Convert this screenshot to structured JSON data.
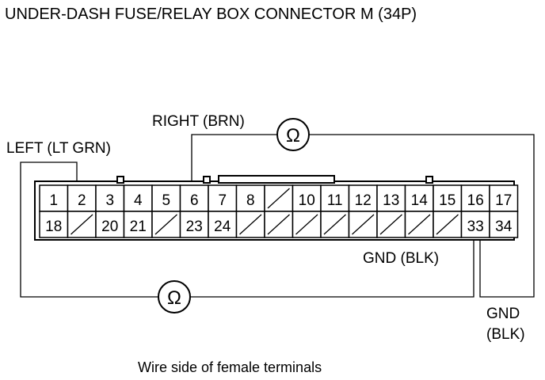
{
  "title": "UNDER-DASH FUSE/RELAY BOX CONNECTOR M (34P)",
  "caption": "Wire side of female terminals",
  "labels": {
    "left": "LEFT (LT GRN)",
    "right": "RIGHT (BRN)",
    "gnd_inner": "GND (BLK)",
    "gnd_outer_1": "GND",
    "gnd_outer_2": "(BLK)"
  },
  "ohm_symbol": "Ω",
  "connector": {
    "row1": [
      "1",
      "2",
      "3",
      "4",
      "5",
      "6",
      "7",
      "8",
      "",
      "10",
      "11",
      "12",
      "13",
      "14",
      "15",
      "16",
      "17"
    ],
    "row2": [
      "18",
      "",
      "20",
      "21",
      "",
      "23",
      "24",
      "",
      "",
      "",
      "",
      "",
      "",
      "",
      "",
      "33",
      "34"
    ]
  }
}
